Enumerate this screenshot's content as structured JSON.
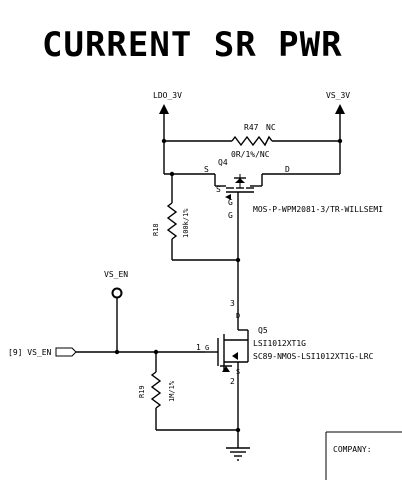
{
  "title": "CURRENT SR PWR",
  "nets": {
    "ldo": "LDO_3V",
    "vs3v": "VS_3V",
    "vs_en_test": "VS_EN",
    "vs_en_port": "[9] VS_EN"
  },
  "r47": {
    "ref": "R47",
    "value": "NC",
    "spec": "0R/1%/NC"
  },
  "q4": {
    "ref": "Q4",
    "pin_s": "S",
    "pin_d": "D",
    "pin_g": "G",
    "pin_s2": "S",
    "pin_g2": "G",
    "part": "MOS-P-WPM2081-3/TR-WILLSEMI"
  },
  "r18": {
    "ref": "R18",
    "value": "100k/1%"
  },
  "q5": {
    "ref": "Q5",
    "model": "LSI1012XT1G",
    "part": "SC89-NMOS-LSI1012XT1G-LRC",
    "pin1": "1",
    "pin2": "2",
    "pin3": "3",
    "pin_d": "D",
    "pin_g": "G",
    "pin_s": "S"
  },
  "r19": {
    "ref": "R19",
    "value": "1M/1%"
  },
  "company_label": "COMPANY:"
}
